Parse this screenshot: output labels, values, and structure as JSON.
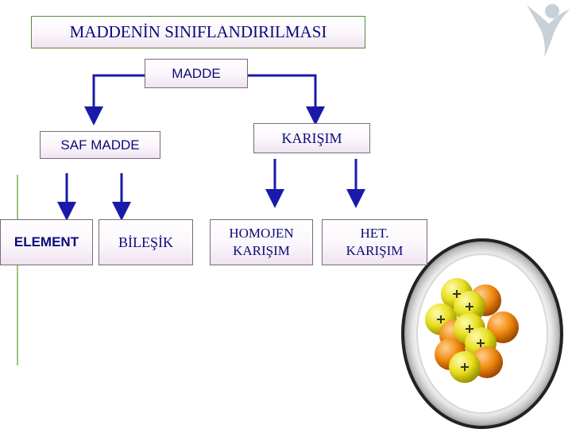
{
  "title": "MADDENİN SINIFLANDIRILMASI",
  "root": "MADDE",
  "branches": {
    "left": "SAF MADDE",
    "right": "KARIŞIM"
  },
  "leaves": {
    "element": "ELEMENT",
    "bilesik": "BİLEŞİK",
    "homojen_line1": "HOMOJEN",
    "homojen_line2": "KARIŞIM",
    "het_line1": "HET.",
    "het_line2": "KARIŞIM"
  },
  "colors": {
    "box_text": "#0a0a7a",
    "connector": "#1a1aaa",
    "title_border": "#5a8a3a",
    "proton_yellow": "#e8e020",
    "neutron_orange": "#f08a10"
  },
  "icons": [
    "person-logo-icon",
    "atom-nucleus-icon"
  ]
}
